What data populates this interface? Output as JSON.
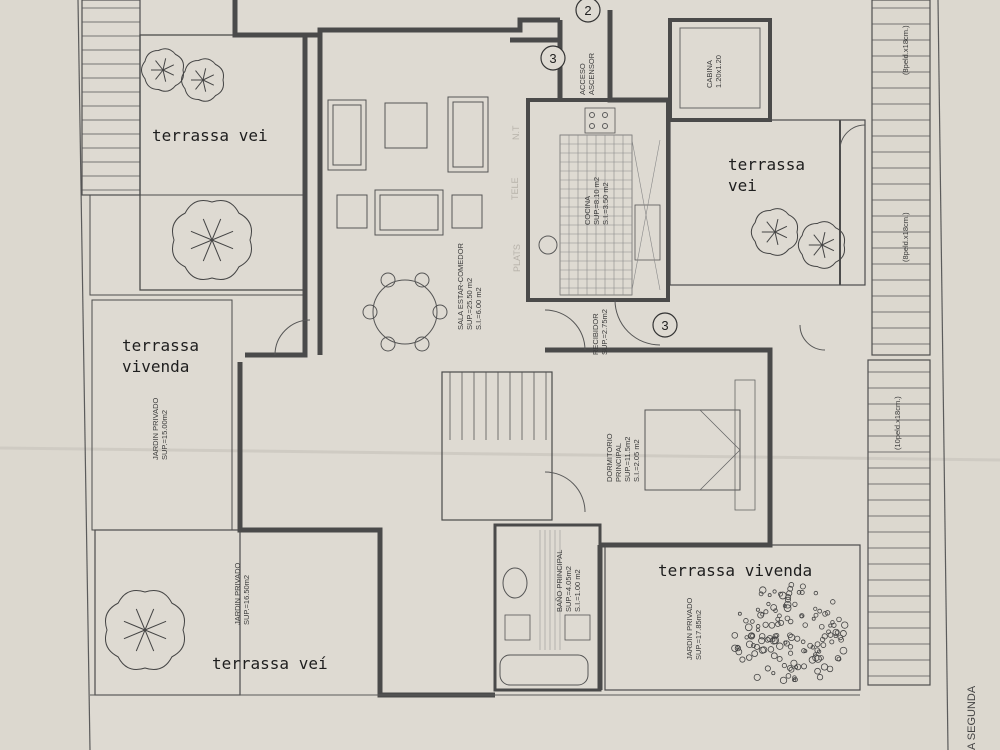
{
  "handwritten": {
    "terrace_top_left": "terrassa vei",
    "terrace_left_1": "terrassa",
    "terrace_left_2": "vivenda",
    "terrace_bottom_left": "terrassa veí",
    "terrace_right_1": "terrassa",
    "terrace_right_2": "vei",
    "terrace_bottom_right": "terrassa vivenda"
  },
  "rooms": {
    "living": [
      "SALA ESTAR-COMEDOR",
      "SUP.=25.50 m2",
      "S.I.=6.00 m2"
    ],
    "kitchen": [
      "COCINA",
      "SUP.=8.10 m2",
      "S.I.=3.50 m2"
    ],
    "hall": [
      "RECIBIDOR",
      "SUP.=2.75m2"
    ],
    "bedroom": [
      "DORMITORIO",
      "PRINCIPAL",
      "SUP.=11.5m2",
      "S.I.=2.05 m2"
    ],
    "bath": [
      "BAÑO PRINCIPAL",
      "SUP.=4.05m2",
      "S.I.=1.00 m2"
    ],
    "lift": [
      "ACCESO",
      "ASCENSOR"
    ],
    "cabin": [
      "CABINA",
      "1.20x1.20"
    ],
    "garden_1": [
      "JARDIN PRIVADO",
      "SUP.=15.00m2"
    ],
    "garden_2": [
      "JARDIN PRIVADO",
      "SUP.=16.50m2"
    ],
    "garden_3": [
      "JARDIN PRIVADO",
      "SUP.=17.85m2"
    ],
    "stairs_1": "(8peld.x18cm.)",
    "stairs_2": "(8peld.x18cm.)",
    "stairs_3": "(10peld.x18cm.)",
    "edge_text": "A SEGUNDA"
  },
  "markers": {
    "m2": "2",
    "m3a": "3",
    "m3b": "3"
  },
  "pencil_notes": [
    "PLATS",
    "TELE",
    "N.T"
  ]
}
